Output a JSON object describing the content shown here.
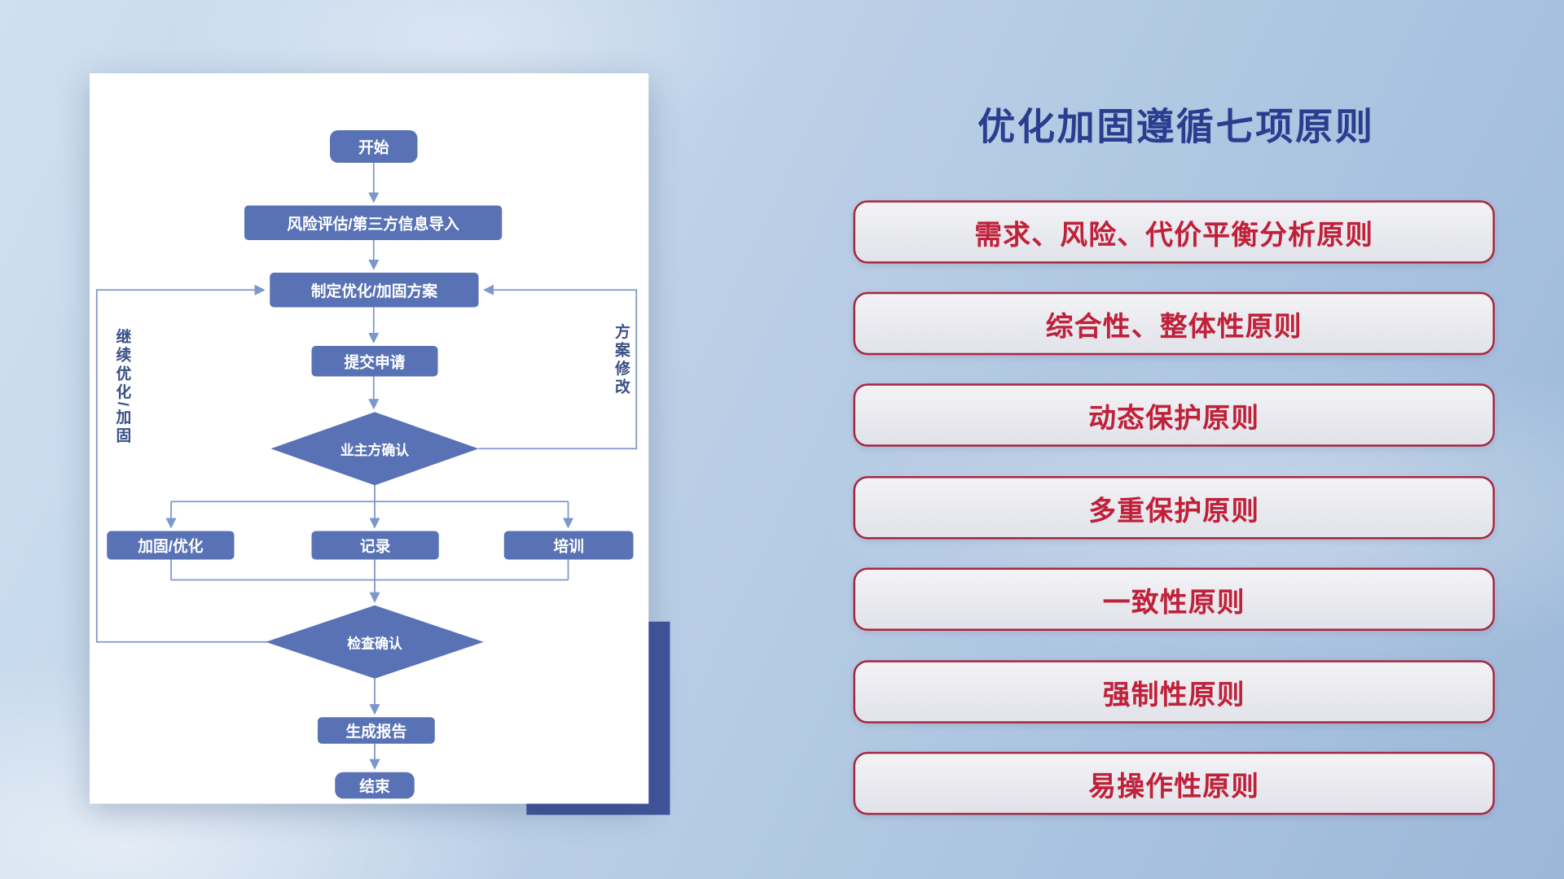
{
  "title": "优化加固遵循七项原则",
  "flowchart": {
    "nodes": {
      "start": "开始",
      "risk_import": "风险评估/第三方信息导入",
      "make_plan": "制定优化/加固方案",
      "submit": "提交申请",
      "owner_confirm": "业主方确认",
      "reinforce": "加固/优化",
      "record": "记录",
      "training": "培训",
      "check_confirm": "检查确认",
      "report": "生成报告",
      "end": "结束"
    },
    "edge_labels": {
      "continue_optimize": "继续优化/加固",
      "plan_modify": "方案修改"
    }
  },
  "principles": {
    "items": [
      "需求、风险、代价平衡分析原则",
      "综合性、整体性原则",
      "动态保护原则",
      "多重保护原则",
      "一致性原则",
      "强制性原则",
      "易操作性原则"
    ]
  },
  "colors": {
    "node_fill": "#5872b5",
    "connector": "#7b97cc",
    "title_text": "#2a3d8f",
    "principle_text": "#c0213a",
    "principle_border": "#a82540",
    "accent_rect": "#40549a"
  }
}
